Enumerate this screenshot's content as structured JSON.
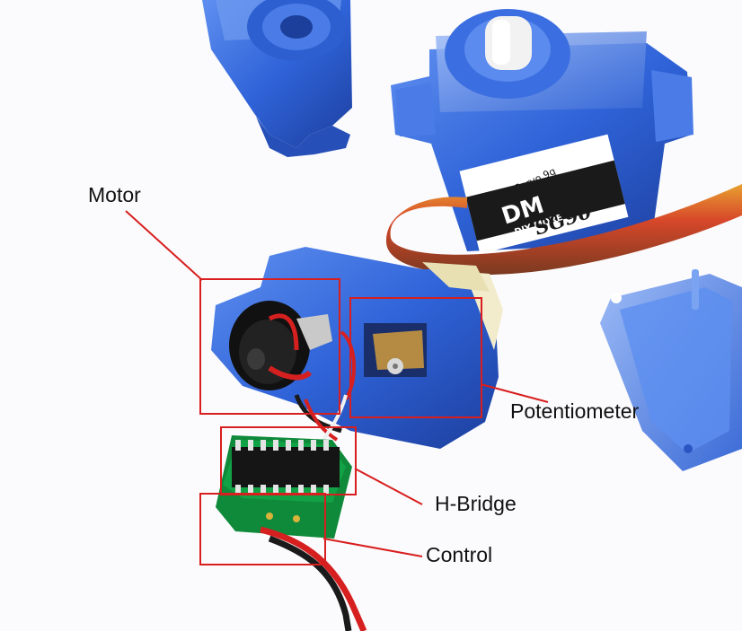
{
  "labels": {
    "motor": "Motor",
    "potentiometer": "Potentiometer",
    "h_bridge": "H-Bridge",
    "control": "Control"
  },
  "servo_case": {
    "brand": "DM",
    "maker": "DIY MORE",
    "model": "SG90",
    "product": "Micro Servo 9g"
  },
  "colors": {
    "annotation": "#d81e1e",
    "servo_blue": "#2f63d8",
    "label_text": "#111111"
  }
}
